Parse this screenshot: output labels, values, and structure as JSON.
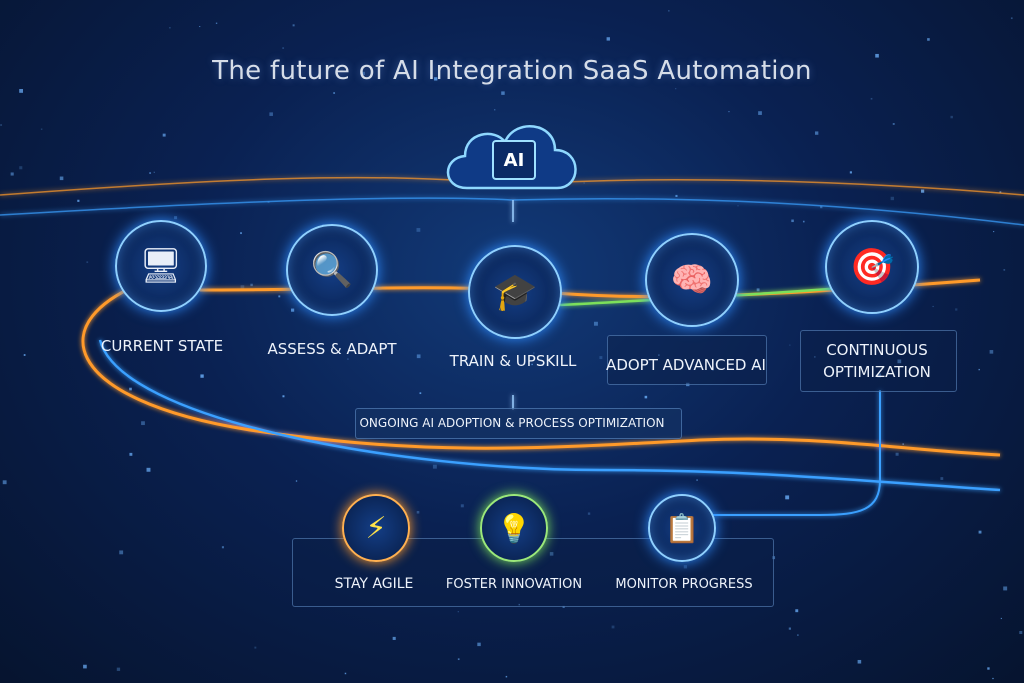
{
  "title": "The future of AI Integration SaaS Automation",
  "cloud_label": "AI",
  "steps": [
    {
      "label": "CURRENT STATE",
      "icon": "dashboard-monitor-icon"
    },
    {
      "label": "ASSESS & ADAPT",
      "icon": "magnifier-person-icon"
    },
    {
      "label": "TRAIN & UPSKILL",
      "icon": "graduate-icon"
    },
    {
      "label": "ADOPT ADVANCED AI",
      "icon": "ai-brain-icon"
    },
    {
      "label": "CONTINUOUS",
      "label2": "OPTIMIZATION",
      "icon": "target-icon"
    }
  ],
  "ongoing_label": "ONGOING AI ADOPTION & PROCESS OPTIMIZATION",
  "bottom": [
    {
      "label": "STAY AGILE",
      "icon": "lightning-icon"
    },
    {
      "label": "FOSTER INNOVATION",
      "icon": "lightbulb-icon"
    },
    {
      "label": "MONITOR PROGRESS",
      "icon": "report-icon"
    }
  ],
  "colors": {
    "orange": "#ff9a2a",
    "blue": "#3aa0ff",
    "green": "#7be05a"
  }
}
